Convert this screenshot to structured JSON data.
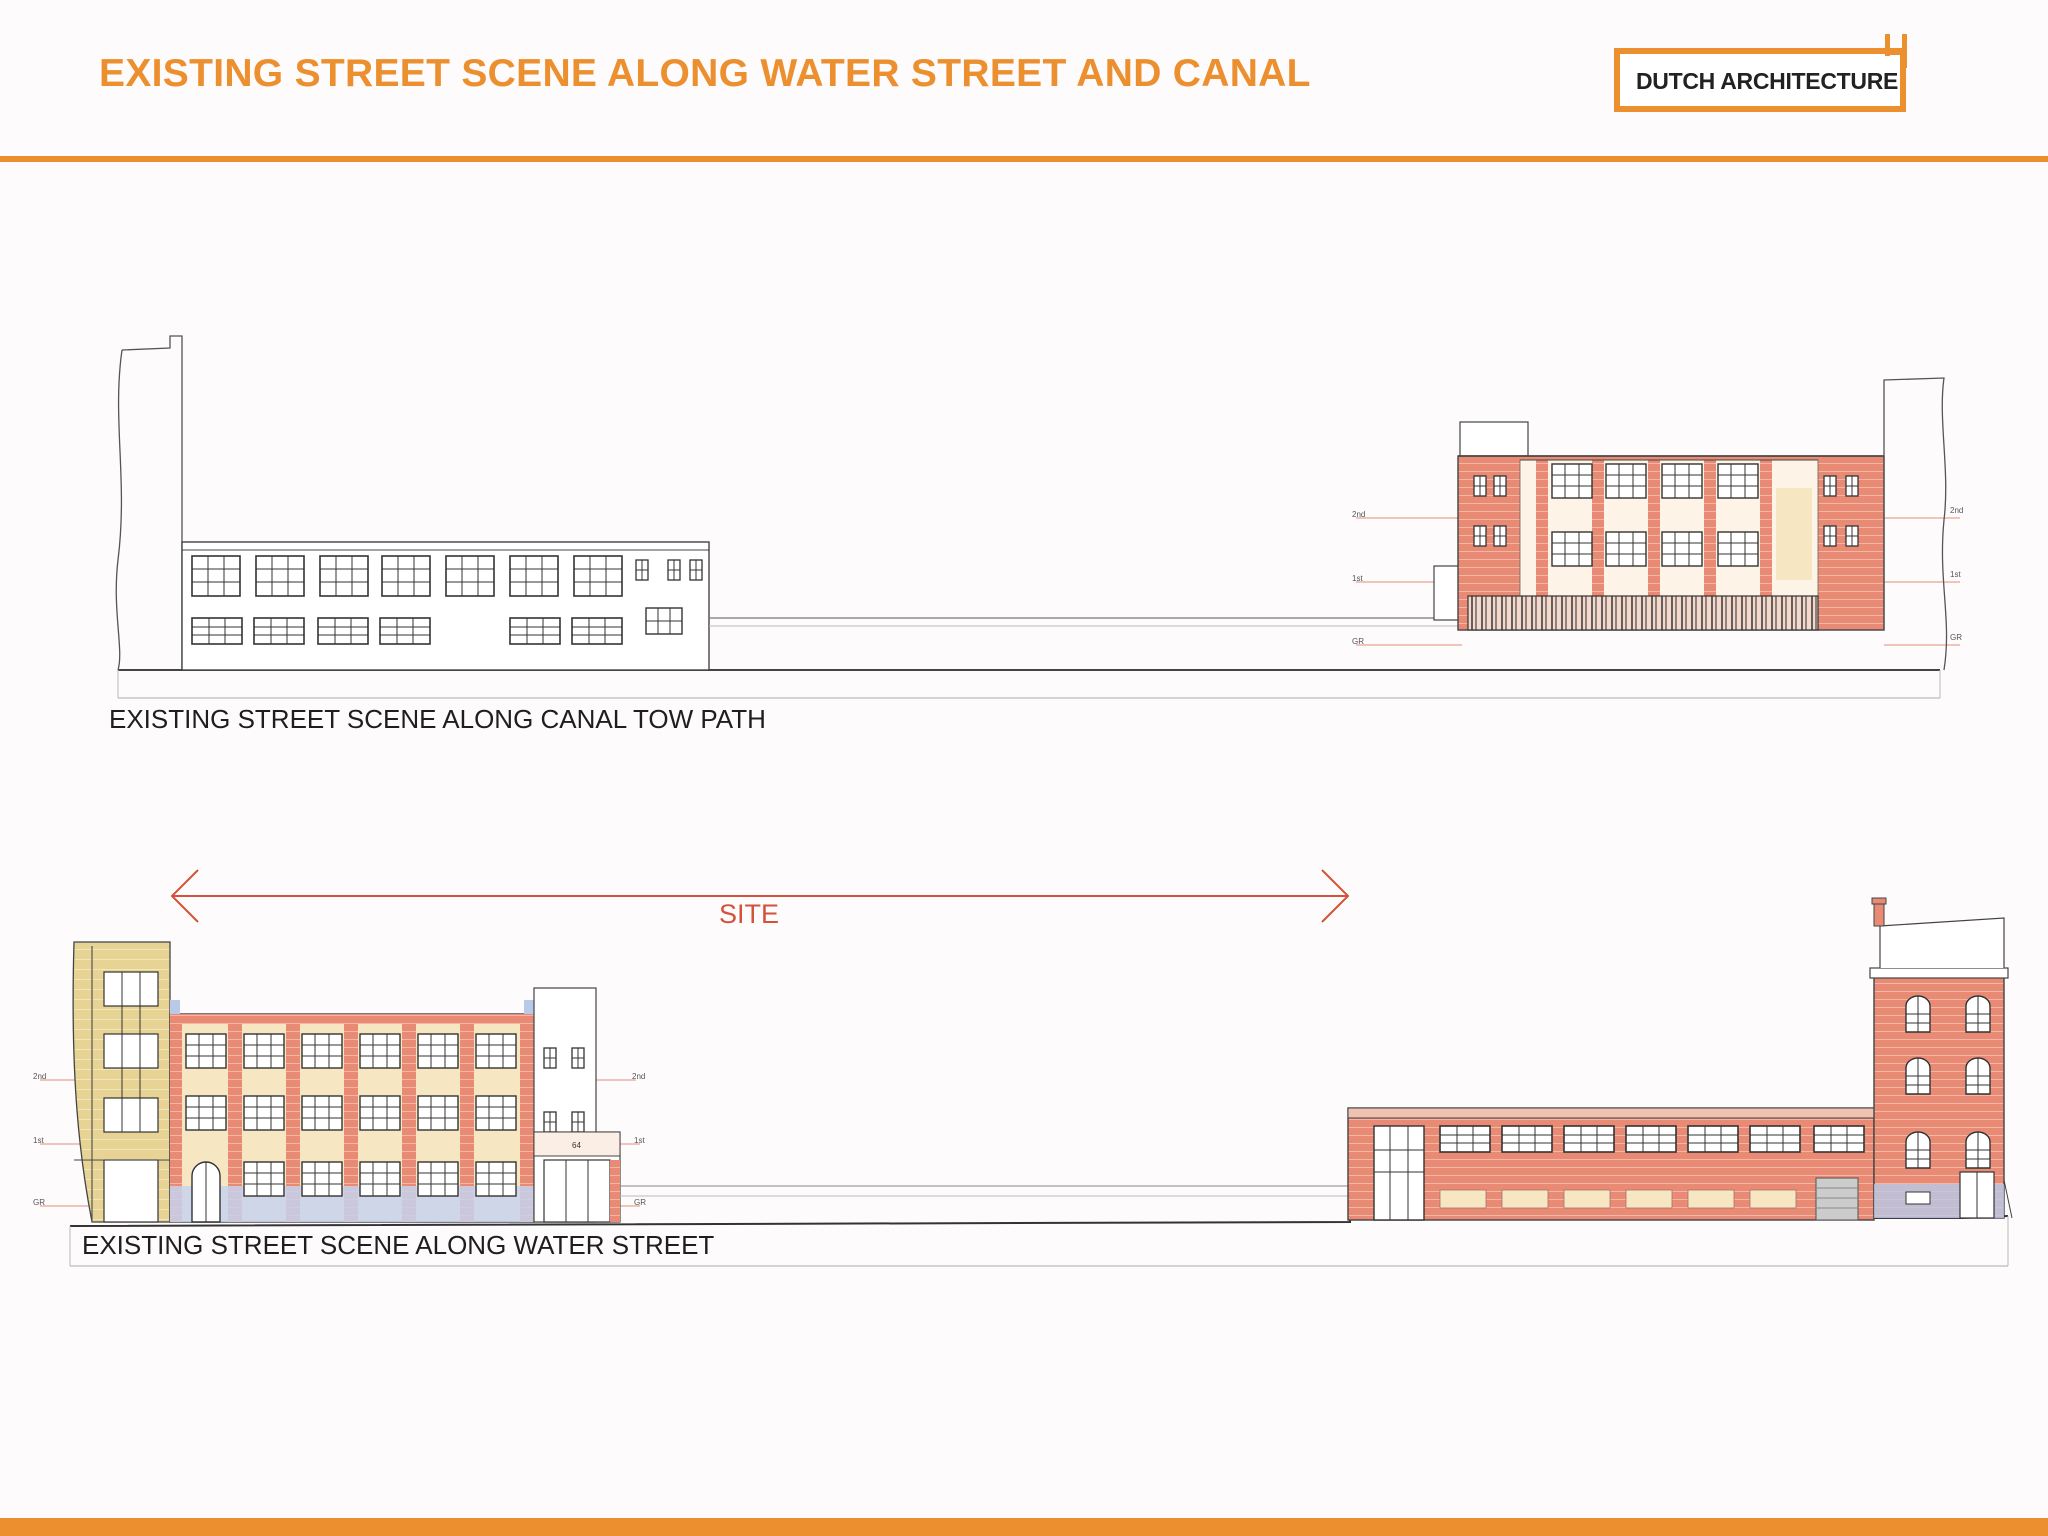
{
  "header": {
    "title": "EXISTING STREET SCENE ALONG WATER STREET AND CANAL",
    "logo_text": "DUTCH ARCHITECTURE"
  },
  "elevations": {
    "canal": {
      "caption": "EXISTING STREET SCENE ALONG CANAL TOW PATH",
      "levels": [
        "2nd",
        "1st",
        "GR"
      ]
    },
    "water_street": {
      "caption": "EXISTING STREET SCENE ALONG WATER STREET",
      "site_label": "SITE",
      "levels": [
        "2nd",
        "1st",
        "GR"
      ],
      "door_number": "64"
    }
  },
  "colors": {
    "accent": "#ec8f2f",
    "brick": "#e88a74",
    "brick_dark": "#d46a55",
    "cream": "#f6e6c2",
    "ochre": "#e3cf8c",
    "blue_base": "#b9c9ea",
    "site_arrow": "#d4523a",
    "line": "#5a5a5a"
  }
}
